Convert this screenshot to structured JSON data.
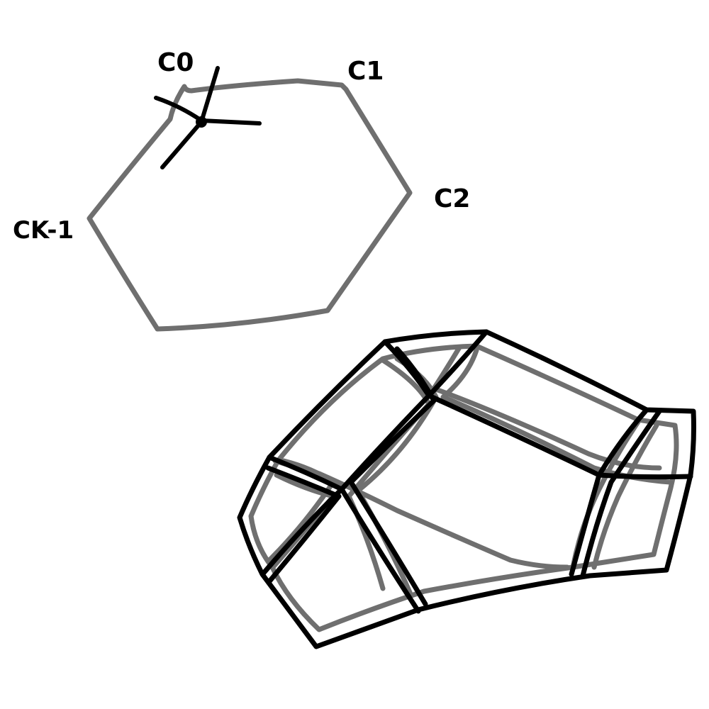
{
  "labels": {
    "c0": "C0",
    "c1": "C1",
    "c2": "C2",
    "ck1": "CK-1"
  },
  "colors": {
    "gray_stroke": "#6f6f6f",
    "black_stroke": "#000000",
    "background": "#ffffff"
  }
}
